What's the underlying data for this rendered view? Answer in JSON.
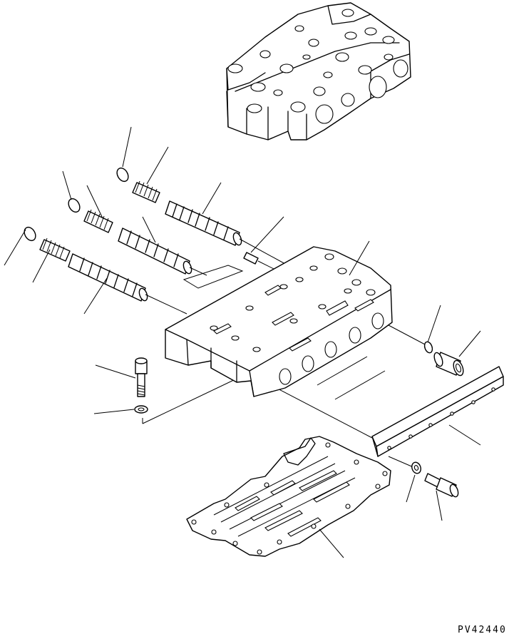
{
  "drawing_code": "PV42440",
  "colors": {
    "line": "#000000",
    "background": "#ffffff"
  },
  "parts": [
    {
      "name": "upper-valve-body",
      "icon": "valve-body"
    },
    {
      "name": "cap-1",
      "icon": "o-ring"
    },
    {
      "name": "spring-1",
      "icon": "coil-spring"
    },
    {
      "name": "spool-1",
      "icon": "valve-spool"
    },
    {
      "name": "cap-2",
      "icon": "o-ring"
    },
    {
      "name": "spring-2",
      "icon": "coil-spring"
    },
    {
      "name": "spool-2",
      "icon": "valve-spool"
    },
    {
      "name": "cap-3",
      "icon": "o-ring"
    },
    {
      "name": "spring-3",
      "icon": "coil-spring"
    },
    {
      "name": "spool-3",
      "icon": "valve-spool"
    },
    {
      "name": "pin",
      "icon": "dowel-pin"
    },
    {
      "name": "lower-valve-body",
      "icon": "valve-body"
    },
    {
      "name": "o-ring",
      "icon": "o-ring"
    },
    {
      "name": "plug",
      "icon": "plug"
    },
    {
      "name": "bolt",
      "icon": "bolt"
    },
    {
      "name": "washer",
      "icon": "washer"
    },
    {
      "name": "cover-plate",
      "icon": "plate"
    },
    {
      "name": "gasket-plate",
      "icon": "separator-plate"
    },
    {
      "name": "washer-2",
      "icon": "washer"
    },
    {
      "name": "bolt-2",
      "icon": "bolt"
    }
  ]
}
